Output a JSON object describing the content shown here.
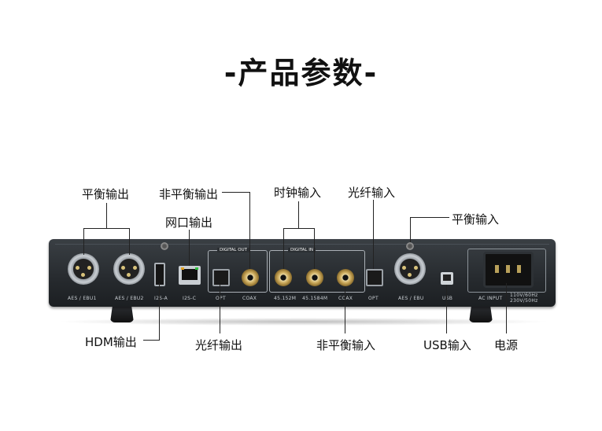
{
  "title": "-产品参数-",
  "labels": {
    "balanced_out": "平衡输出",
    "unbalanced_out": "非平衡输出",
    "network_out": "网口输出",
    "clock_in": "时钟输入",
    "optical_in": "光纤输入",
    "balanced_in": "平衡输入",
    "hdmi_out": "HDM输出",
    "optical_out": "光纤输出",
    "unbalanced_in": "非平衡输入",
    "usb_in": "USB输入",
    "power": "电源"
  },
  "silkscreen": {
    "digital_out": "DIGITAL OUT",
    "digital_in": "DIGITAL IN",
    "aes_ebu1": "AES / EBU1",
    "aes_ebu2": "AES / EBU2",
    "i2s_a": "I2S-A",
    "i2s_c": "I2S-C",
    "opt_out": "OPT",
    "coax_out": "COAX",
    "clk_45": "45.152M",
    "clk_49": "45.1584M",
    "coax_in": "COAX",
    "opt_in": "OPT",
    "aes_ebu_in": "AES / EBU",
    "usb": "USB",
    "ac_input": "AC INPUT",
    "voltage": "110V/60Hz 230V/50Hz"
  },
  "colors": {
    "chassis": "#262a2e",
    "connector_gold": "#caa85a",
    "text": "#111111"
  }
}
